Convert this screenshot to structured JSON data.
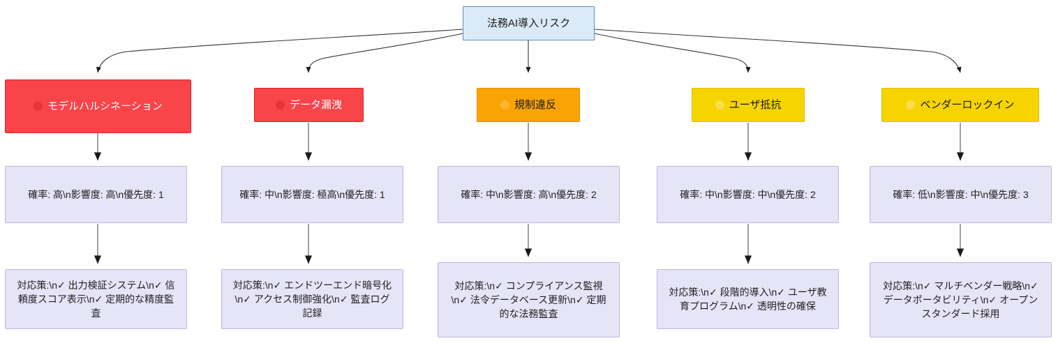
{
  "diagram": {
    "type": "flowchart",
    "title_node": {
      "id": "root",
      "label": "法務AI導入リスク",
      "fill": "#dbeaf8",
      "stroke": "#5b8db8",
      "text_color": "#1a1a1a"
    },
    "edge_color": "#333333",
    "arrow_color": "#888888",
    "branches": [
      {
        "id": "branch-1",
        "risk": {
          "label": "モデルハルシネーション",
          "fill": "#f94449",
          "stroke": "#d6252c",
          "text_color": "#ffffff",
          "dot_color": "#e8343b",
          "icon": "severity-dot-icon"
        },
        "detail": {
          "label": "確率: 高\\n影響度: 高\\n優先度: 1"
        },
        "measures": {
          "label": "対応策:\\n✓ 出力検証システム\\n✓ 信頼度スコア表示\\n✓ 定期的な精度監査"
        }
      },
      {
        "id": "branch-2",
        "risk": {
          "label": "データ漏洩",
          "fill": "#f94449",
          "stroke": "#d6252c",
          "text_color": "#ffffff",
          "dot_color": "#e8343b",
          "icon": "severity-dot-icon"
        },
        "detail": {
          "label": "確率: 中\\n影響度: 極高\\n優先度: 1"
        },
        "measures": {
          "label": "対応策:\\n✓ エンドツーエンド暗号化\\n✓ アクセス制御強化\\n✓ 監査ログ記録"
        }
      },
      {
        "id": "branch-3",
        "risk": {
          "label": "規制違反",
          "fill": "#f9a305",
          "stroke": "#e08f00",
          "text_color": "#1a1a1a",
          "dot_color": "#fcb62c",
          "icon": "severity-dot-icon"
        },
        "detail": {
          "label": "確率: 中\\n影響度: 高\\n優先度: 2"
        },
        "measures": {
          "label": "対応策:\\n✓ コンプライアンス監視\\n✓ 法令データベース更新\\n✓ 定期的な法務監査"
        }
      },
      {
        "id": "branch-4",
        "risk": {
          "label": "ユーザ抵抗",
          "fill": "#f5d400",
          "stroke": "#dcbf00",
          "text_color": "#1a1a1a",
          "dot_color": "#f8de4f",
          "icon": "severity-dot-icon"
        },
        "detail": {
          "label": "確率: 中\\n影響度: 中\\n優先度: 2"
        },
        "measures": {
          "label": "対応策:\\n✓ 段階的導入\\n✓ ユーザ教育プログラム\\n✓ 透明性の確保"
        }
      },
      {
        "id": "branch-5",
        "risk": {
          "label": "ベンダーロックイン",
          "fill": "#f5d400",
          "stroke": "#dcbf00",
          "text_color": "#1a1a1a",
          "dot_color": "#f8de4f",
          "icon": "severity-dot-icon"
        },
        "detail": {
          "label": "確率: 低\\n影響度: 中\\n優先度: 3"
        },
        "measures": {
          "label": "対応策:\\n✓ マルチベンダー戦略\\n✓ データポータビリティ\\n✓ オープンスタンダード採用"
        }
      }
    ]
  }
}
